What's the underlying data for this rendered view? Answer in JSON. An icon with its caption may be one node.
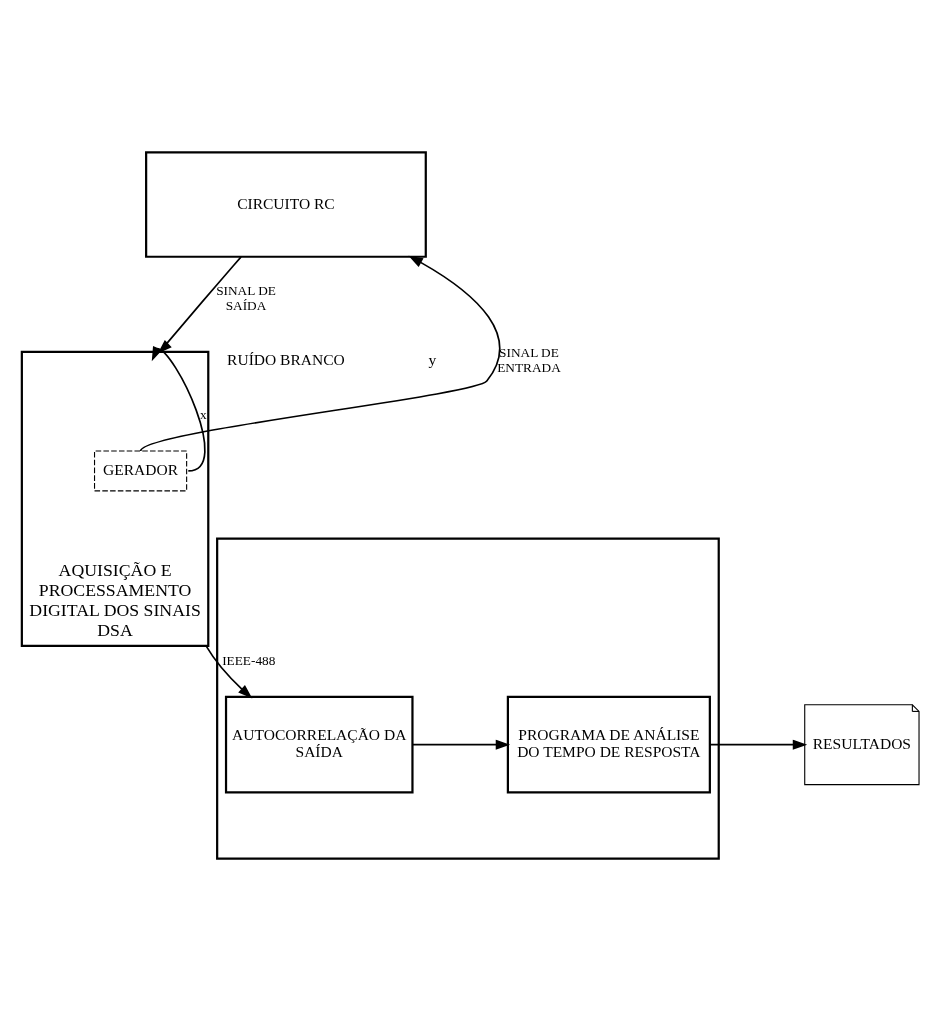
{
  "diagram": {
    "nodes": [
      {
        "text": [
          "CIRCUITO RC"
        ]
      },
      {
        "text": [
          "AQUISIÇÃO E PROCESSAMENTO DIGITAL DOS SINAIS",
          "DSA"
        ]
      },
      {
        "text": [
          "GERADOR"
        ],
        "in": 1
      },
      {
        "text": [],
        "shape": "box"
      },
      {
        "text": [
          "AUTOCORRELAÇÃO DA SAÍDA"
        ],
        "in": 3
      },
      {
        "text": [
          "PROGRAMA DE ANÁLISE DO TEMPO DE RESPOSTA"
        ],
        "in": 3
      },
      {
        "text": [
          "RESULTADOS"
        ]
      }
    ],
    "edges": [
      {
        "from": 2,
        "to": 0,
        "arrow": "to",
        "label": "SINAL DE ENTRADA"
      },
      {
        "from": 2,
        "to": 1,
        "arrow": "to",
        "label": "x"
      },
      {
        "from": 0,
        "to": 1,
        "arrow": "to",
        "label": "SINAL DE SAÍDA"
      },
      {
        "from": 1,
        "to": 4,
        "arrow": "to",
        "label": "IEEE-488"
      },
      {
        "from": 4,
        "to": 5,
        "arrow": "to"
      },
      {
        "from": 5,
        "to": 6,
        "arrow": "to"
      }
    ],
    "labels": [
      "RUÍDO BRANCO",
      "y"
    ]
  }
}
